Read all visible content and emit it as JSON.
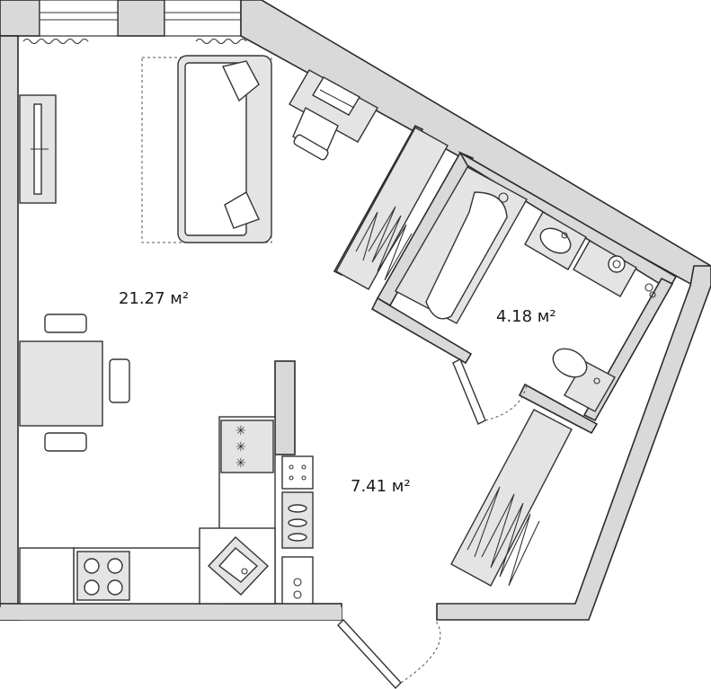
{
  "rooms": {
    "living": {
      "area": "21.27 м²"
    },
    "bathroom": {
      "area": "4.18 м²"
    },
    "kitchen": {
      "area": "7.41 м²"
    }
  },
  "colors": {
    "wall": "#d9d9d9",
    "outline": "#2b2b2b",
    "furniture": "#e4e4e4"
  },
  "icons": [
    "sofa-icon",
    "tv-icon",
    "desk-icon",
    "laptop-icon",
    "chair-icon",
    "dining-table-icon",
    "wardrobe-icon",
    "bathtub-icon",
    "washbasin-icon",
    "washing-machine-icon",
    "toilet-icon",
    "cooktop-icon",
    "kitchen-sink-icon",
    "door-icon"
  ]
}
